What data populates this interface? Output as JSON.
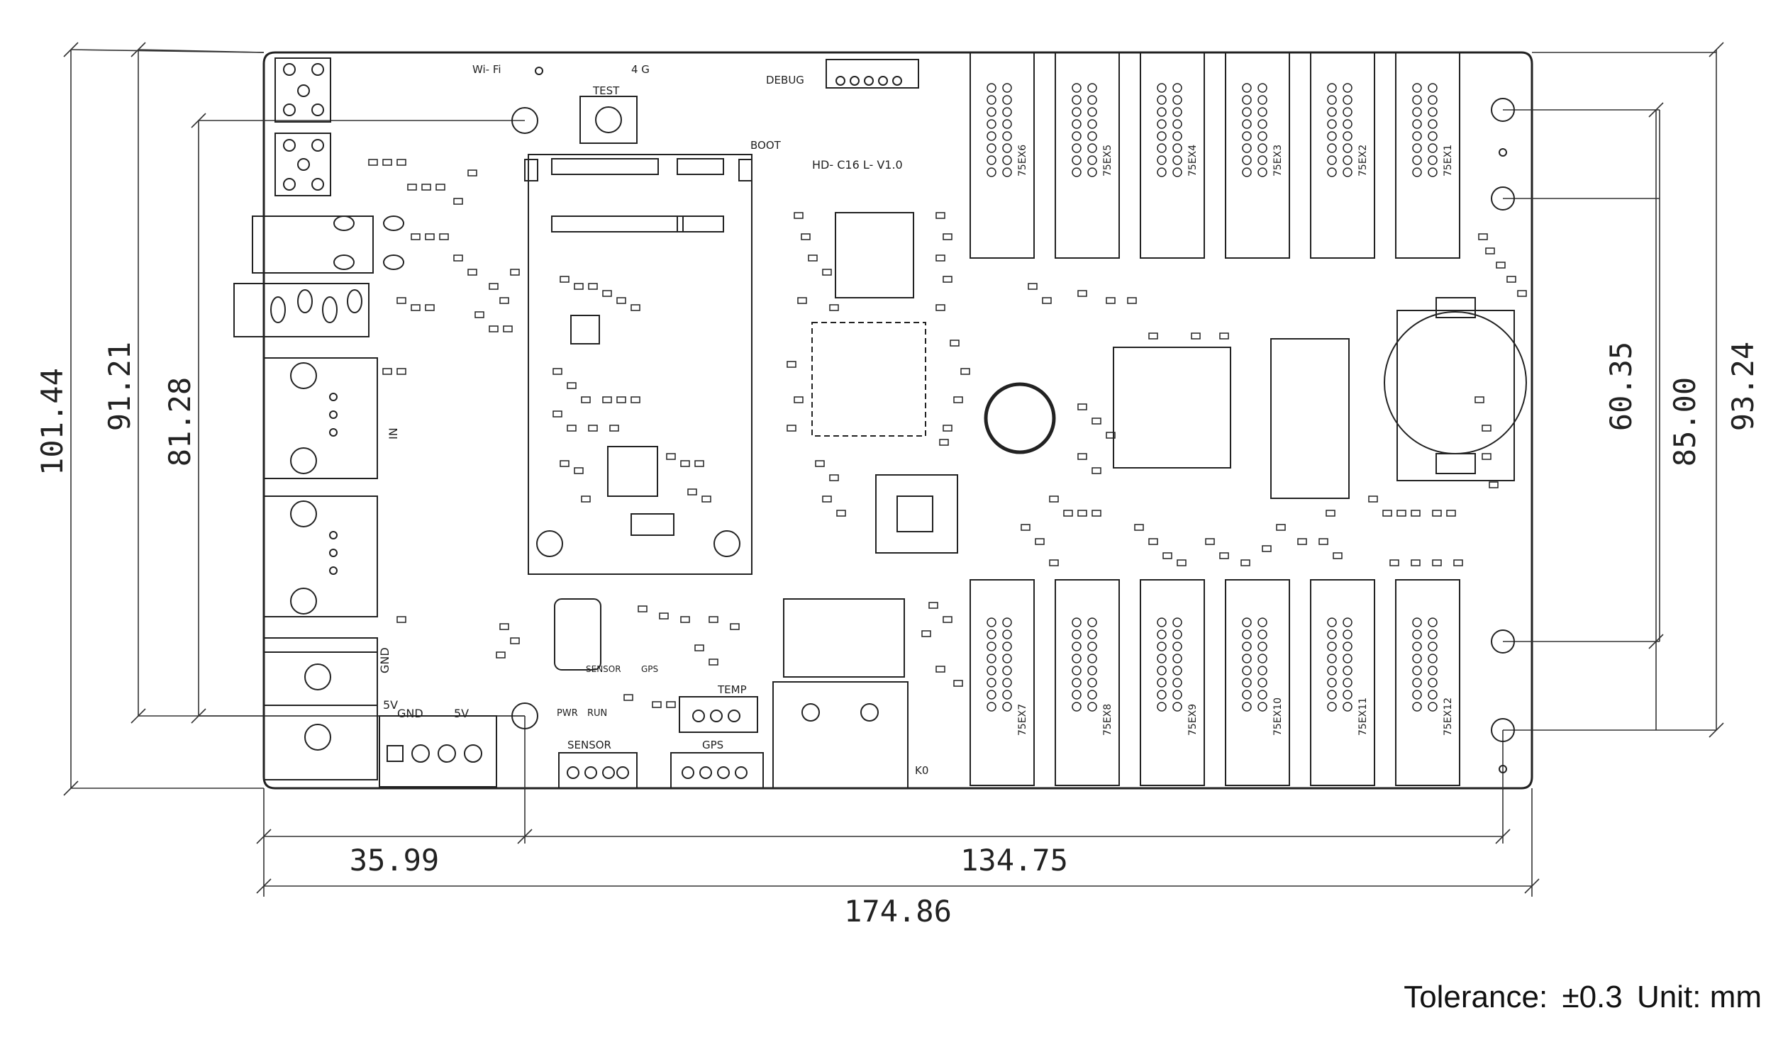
{
  "board": {
    "model": "HD- C16 L- V1.0",
    "silkscreen": {
      "wifi": "Wi- Fi",
      "four_g": "4 G",
      "debug": "DEBUG",
      "test": "TEST",
      "boot": "BOOT",
      "gnd": "GND",
      "five_v": "5V",
      "gnd_terminal": "GND",
      "five_v_terminal": "5V",
      "sensor": "SENSOR",
      "gps": "GPS",
      "temp": "TEMP",
      "pwr": "PWR",
      "run": "RUN",
      "sensor_small": "SENSOR",
      "gps_small": "GPS",
      "k0": "K0",
      "in_label": "IN"
    },
    "hub_connectors_top": [
      "75EX6",
      "75EX5",
      "75EX4",
      "75EX3",
      "75EX2",
      "75EX1"
    ],
    "hub_connectors_bottom": [
      "75EX7",
      "75EX8",
      "75EX9",
      "75EX10",
      "75EX11",
      "75EX12"
    ]
  },
  "dimensions": {
    "width_total": "174.86",
    "width_left": "35.99",
    "width_right": "134.75",
    "height_total": "101.44",
    "height_91": "91.21",
    "height_81": "81.28",
    "height_60": "60.35",
    "height_85": "85.00",
    "height_93": "93.24"
  },
  "note": {
    "tolerance_label": "Tolerance:",
    "tolerance_value": "±0.3",
    "unit": "Unit: mm"
  }
}
